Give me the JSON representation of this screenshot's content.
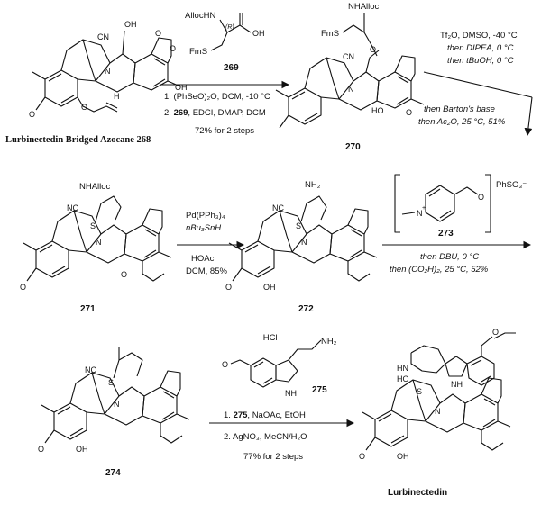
{
  "compounds": {
    "c268_name": "Lurbinectedin Bridged Azocane 268",
    "c269": "269",
    "c270": "270",
    "c271": "271",
    "c272": "272",
    "c273": "273",
    "c274": "274",
    "c275": "275",
    "final": "Lurbinectedin"
  },
  "reagent269": {
    "top": "AllocHN",
    "stereo": "(R)",
    "oh": "OH",
    "fms": "FmS"
  },
  "step1": {
    "line1": "1. (PhSeO)₂O, DCM, -10 °C",
    "line2a": "2. ",
    "line2b": "269",
    "line2c": ", EDCI, DMAP, DCM",
    "yield": "72% for 2 steps"
  },
  "step2": {
    "line1": "Tf₂O, DMSO, -40 °C",
    "line2": "then DIPEA, 0 °C",
    "line3": "then tBuOH, 0 °C",
    "line4": "then Barton's base",
    "line5": "then Ac₂O, 25 °C, 51%"
  },
  "step3": {
    "line1": "Pd(PPh₃)₄",
    "line2": "nBu₃SnH",
    "line3": "HOAc",
    "line4": "DCM, 85%"
  },
  "step4": {
    "counterion": "PhSO₃⁻",
    "line1": "then DBU, 0 °C",
    "line2": "then (CO₂H)₂, 25 °C, 52%"
  },
  "step5": {
    "hcl": "· HCl",
    "line1a": "1. ",
    "line1b": "275",
    "line1c": ", NaOAc, EtOH",
    "line2": "2. AgNO₃, MeCN/H₂O",
    "yield": "77% for 2 steps"
  },
  "atoms": {
    "nc": "NC",
    "cn": "CN",
    "oh": "OH",
    "ho": "HO",
    "n": "N",
    "h": "H",
    "o": "O",
    "s": "S",
    "nh": "NH",
    "nh2": "NH₂",
    "nhalloc": "NHAlloc",
    "fms": "FmS",
    "n_plus": "N",
    "hn": "HN"
  }
}
